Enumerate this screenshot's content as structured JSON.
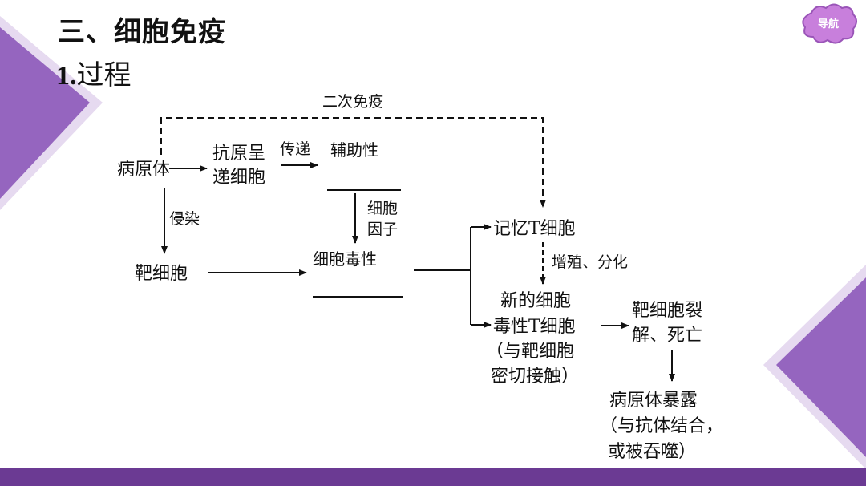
{
  "header": {
    "title": "三、细胞免疫",
    "subtitle_number": "1.",
    "subtitle_text": "过程",
    "nav_label": "导航"
  },
  "colors": {
    "accent_purple": "#6b3a93",
    "light_purple": "#b99bd6",
    "nav_bubble": "#c87fdc"
  },
  "diagram": {
    "secondary_immunity": "二次免疫",
    "pathogen": "病原体",
    "apc_line1": "抗原呈",
    "apc_line2": "递细胞",
    "transmit": "传递",
    "helper_t": "辅助性",
    "invasion": "侵染",
    "cytokine_line1": "细胞",
    "cytokine_line2": "因子",
    "target_cell": "靶细胞",
    "cytotoxic": "细胞毒性",
    "memory_t": "记忆T细胞",
    "proliferate": "增殖、分化",
    "new_cell_line1": "新的细胞",
    "new_cell_line2": "毒性T细胞",
    "new_cell_line3": "（与靶细胞",
    "new_cell_line4": "密切接触）",
    "lysis_line1": "靶细胞裂",
    "lysis_line2": "解、死亡",
    "exposed_line1": "病原体暴露",
    "exposed_line2": "（与抗体结合，",
    "exposed_line3": "或被吞噬）"
  }
}
